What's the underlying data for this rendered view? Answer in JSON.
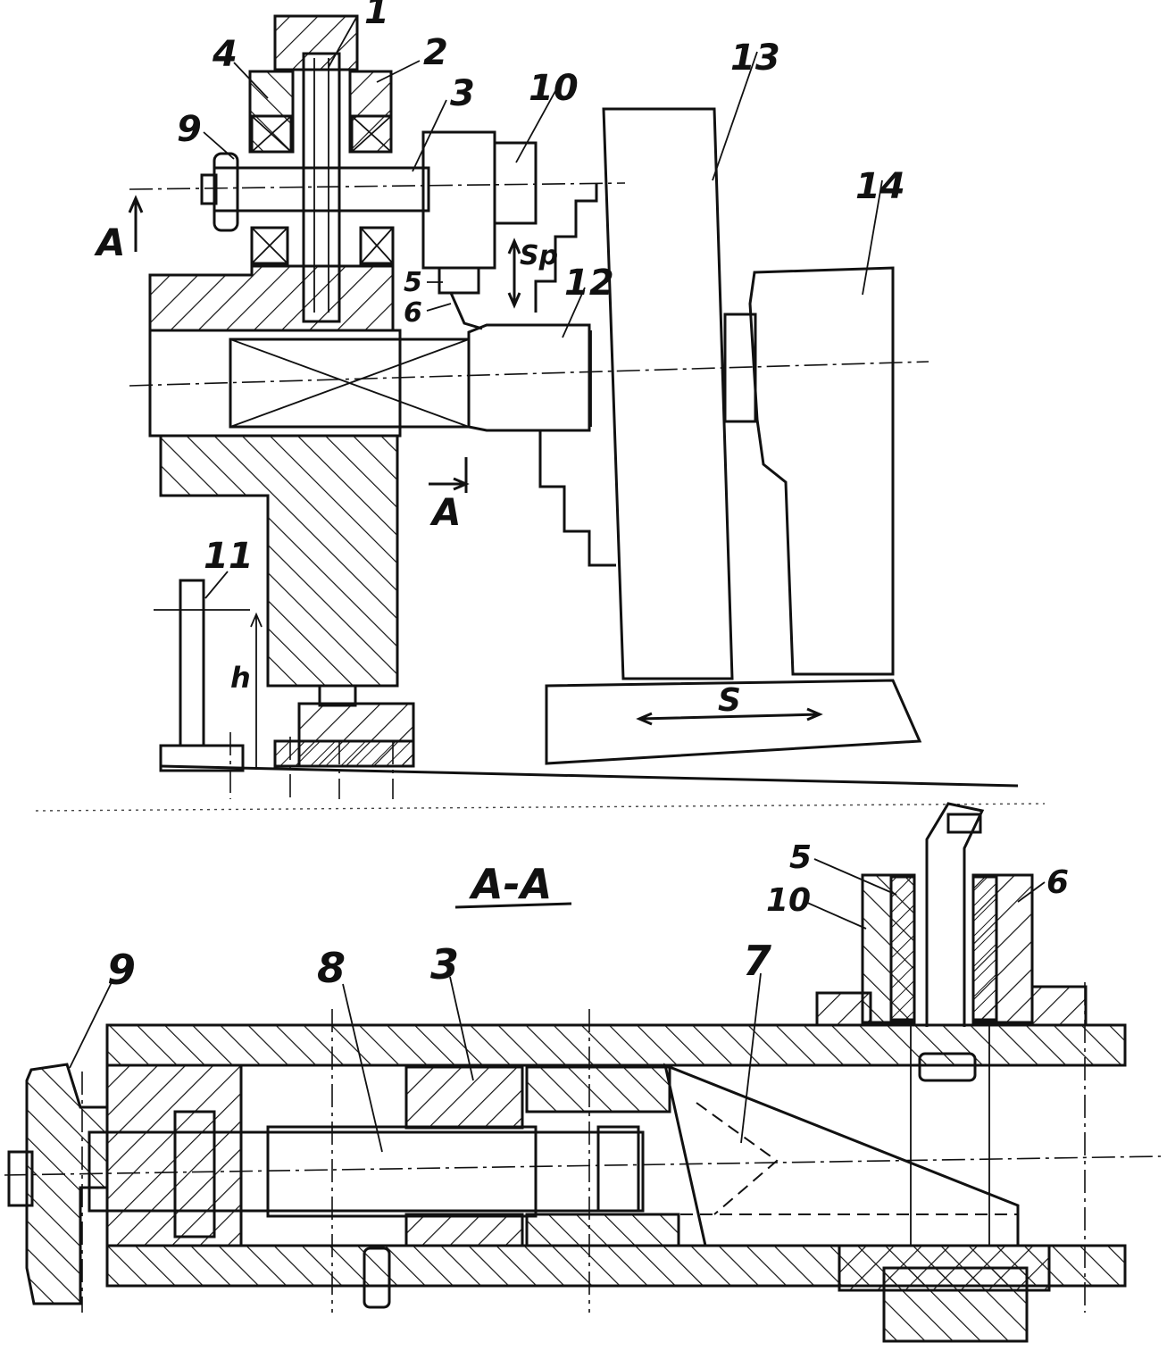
{
  "drawing": {
    "section_title": "A-A",
    "section_marker": "A",
    "feed_labels": {
      "radial": "Sp",
      "longitudinal": "S",
      "height": "h"
    },
    "callouts_top": [
      "1",
      "2",
      "3",
      "4",
      "5",
      "6",
      "9",
      "10",
      "11",
      "12",
      "13",
      "14"
    ],
    "callouts_bottom": [
      "3",
      "5",
      "6",
      "7",
      "8",
      "9",
      "10"
    ]
  }
}
